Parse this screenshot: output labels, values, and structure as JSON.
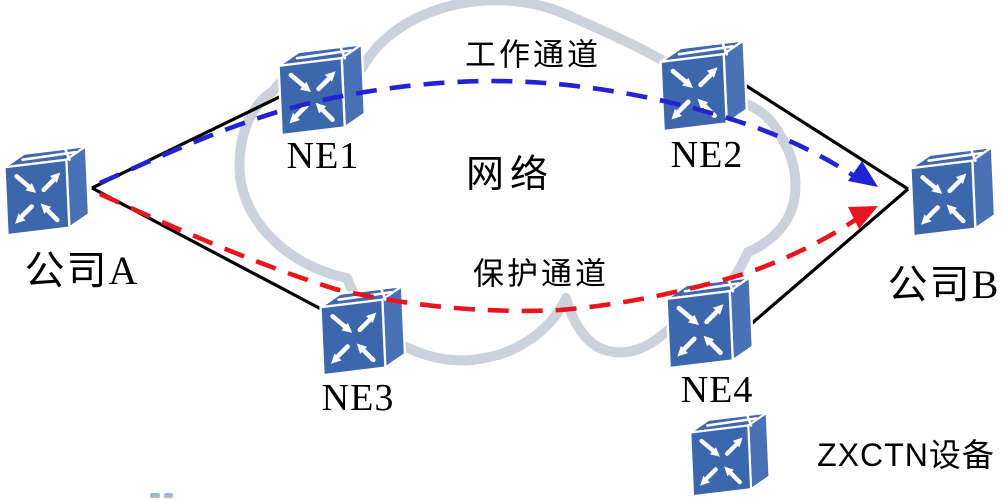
{
  "diagram": {
    "nodes": {
      "company_a": {
        "label": "公司A"
      },
      "ne1": {
        "label": "NE1"
      },
      "ne2": {
        "label": "NE2"
      },
      "ne3": {
        "label": "NE3"
      },
      "ne4": {
        "label": "NE4"
      },
      "company_b": {
        "label": "公司B"
      }
    },
    "cloud": {
      "label": "网络"
    },
    "channels": {
      "working": {
        "label": "工作通道",
        "color": "#2323d3",
        "style": "dashed"
      },
      "protection": {
        "label": "保护通道",
        "color": "#e61520",
        "style": "dashed"
      }
    },
    "legend": {
      "label": "ZXCTN设备"
    },
    "colors": {
      "device_front": "#3c67ac",
      "device_side": "#4971b5",
      "device_top": "#4068ae",
      "cloud_outline": "#cbd2db",
      "link_line": "#000000",
      "background": "#ffffff"
    }
  }
}
